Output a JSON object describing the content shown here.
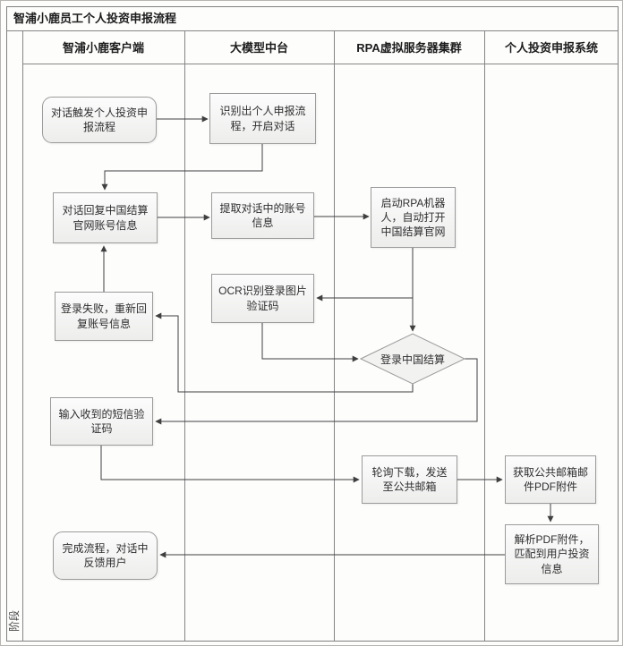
{
  "title": "智浦小鹿员工个人投资申报流程",
  "stage_label": "阶段",
  "lanes": [
    {
      "label": "智浦小鹿客户端"
    },
    {
      "label": "大模型中台"
    },
    {
      "label": "RPA虚拟服务器集群"
    },
    {
      "label": "个人投资申报系统"
    }
  ],
  "nodes": {
    "start": {
      "label": "对话触发个人投资申报流程",
      "shape": "rounded",
      "lane": "智浦小鹿客户端"
    },
    "identify": {
      "label": "识别出个人申报流程，开启对话",
      "shape": "rect",
      "lane": "大模型中台"
    },
    "reply_account": {
      "label": "对话回复中国结算官网账号信息",
      "shape": "rect",
      "lane": "智浦小鹿客户端"
    },
    "extract_account": {
      "label": "提取对话中的账号信息",
      "shape": "rect",
      "lane": "大模型中台"
    },
    "start_rpa": {
      "label": "启动RPA机器人，自动打开中国结算官网",
      "shape": "rect",
      "lane": "RPA虚拟服务器集群"
    },
    "ocr_captcha": {
      "label": "OCR识别登录图片验证码",
      "shape": "rect",
      "lane": "大模型中台"
    },
    "login_fail": {
      "label": "登录失败，重新回复账号信息",
      "shape": "rect",
      "lane": "智浦小鹿客户端"
    },
    "login_decision": {
      "label": "登录中国结算",
      "shape": "diamond",
      "lane": "RPA虚拟服务器集群"
    },
    "input_sms": {
      "label": "输入收到的短信验证码",
      "shape": "rect",
      "lane": "智浦小鹿客户端"
    },
    "poll_download": {
      "label": "轮询下载，发送至公共邮箱",
      "shape": "rect",
      "lane": "RPA虚拟服务器集群"
    },
    "fetch_mail": {
      "label": "获取公共邮箱邮件PDF附件",
      "shape": "rect",
      "lane": "个人投资申报系统"
    },
    "parse_pdf": {
      "label": "解析PDF附件，匹配到用户投资信息",
      "shape": "rect",
      "lane": "个人投资申报系统"
    },
    "finish": {
      "label": "完成流程，对话中反馈用户",
      "shape": "rounded",
      "lane": "智浦小鹿客户端"
    }
  },
  "edges": [
    {
      "from": "start",
      "to": "identify"
    },
    {
      "from": "identify",
      "to": "reply_account"
    },
    {
      "from": "reply_account",
      "to": "extract_account"
    },
    {
      "from": "extract_account",
      "to": "start_rpa"
    },
    {
      "from": "start_rpa",
      "to": "ocr_captcha"
    },
    {
      "from": "start_rpa",
      "to": "login_decision"
    },
    {
      "from": "ocr_captcha",
      "to": "login_decision"
    },
    {
      "from": "login_decision",
      "to": "login_fail"
    },
    {
      "from": "login_fail",
      "to": "reply_account"
    },
    {
      "from": "login_decision",
      "to": "input_sms"
    },
    {
      "from": "input_sms",
      "to": "poll_download"
    },
    {
      "from": "poll_download",
      "to": "fetch_mail"
    },
    {
      "from": "fetch_mail",
      "to": "parse_pdf"
    },
    {
      "from": "parse_pdf",
      "to": "finish"
    }
  ]
}
